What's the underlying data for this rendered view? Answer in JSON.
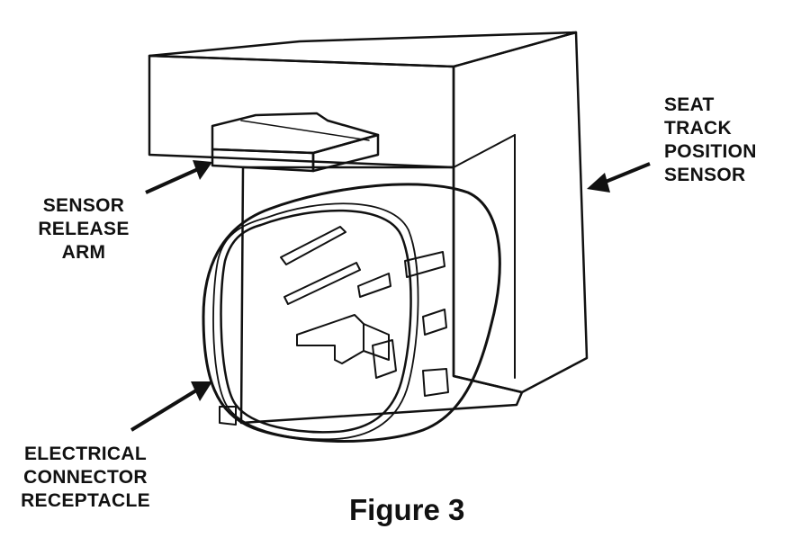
{
  "labels": {
    "sensor": [
      "SEAT",
      "TRACK",
      "POSITION",
      "SENSOR"
    ],
    "release_arm": [
      "SENSOR",
      "RELEASE",
      "ARM"
    ],
    "connector": [
      "ELECTRICAL",
      "CONNECTOR",
      "RECEPTACLE"
    ]
  },
  "caption": "Figure 3",
  "colors": {
    "line": "#111111",
    "shade": "#bdbdbd",
    "background": "#ffffff"
  }
}
